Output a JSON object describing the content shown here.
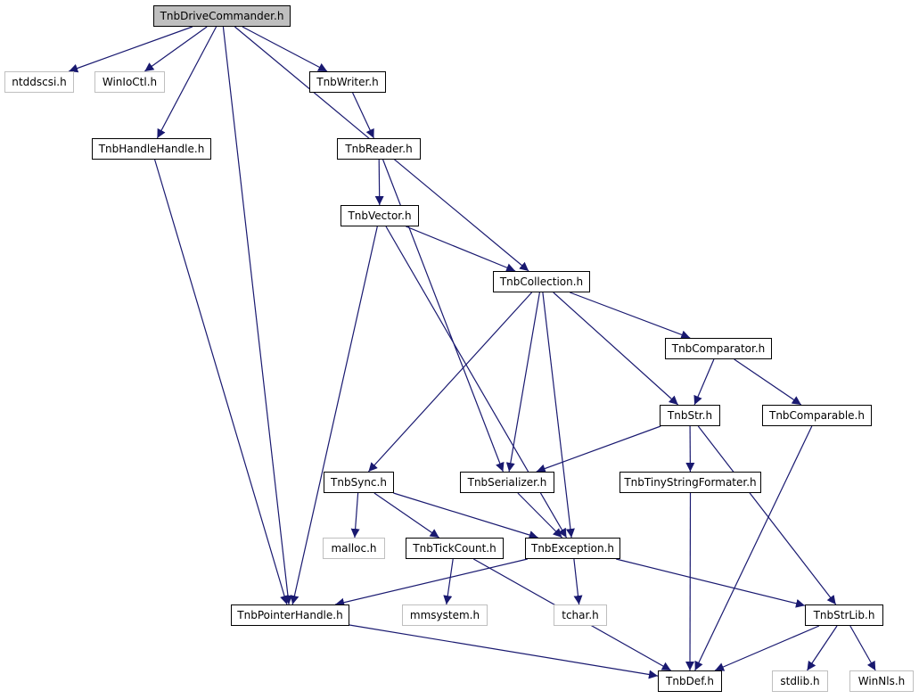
{
  "diagram": {
    "colors": {
      "edge": "#191970",
      "node_border": "#000000",
      "external_border": "#bfbfbf",
      "root_fill": "#bfbfbf",
      "text": "#000000"
    },
    "nodes": {
      "root": "TnbDriveCommander.h",
      "ntddscsi": "ntddscsi.h",
      "winioctl": "WinIoCtl.h",
      "writer": "TnbWriter.h",
      "handlehandle": "TnbHandleHandle.h",
      "reader": "TnbReader.h",
      "vector": "TnbVector.h",
      "collection": "TnbCollection.h",
      "comparator": "TnbComparator.h",
      "str": "TnbStr.h",
      "comparable": "TnbComparable.h",
      "sync": "TnbSync.h",
      "serializer": "TnbSerializer.h",
      "tinystring": "TnbTinyStringFormater.h",
      "malloc": "malloc.h",
      "tickcount": "TnbTickCount.h",
      "exception": "TnbException.h",
      "pointerhandle": "TnbPointerHandle.h",
      "mmsystem": "mmsystem.h",
      "tchar": "tchar.h",
      "strlib": "TnbStrLib.h",
      "def": "TnbDef.h",
      "stdlib": "stdlib.h",
      "winnls": "WinNls.h"
    },
    "edges": [
      [
        "root",
        "ntddscsi"
      ],
      [
        "root",
        "winioctl"
      ],
      [
        "root",
        "writer"
      ],
      [
        "root",
        "handlehandle"
      ],
      [
        "root",
        "pointerhandle"
      ],
      [
        "root",
        "collection"
      ],
      [
        "writer",
        "reader"
      ],
      [
        "reader",
        "vector"
      ],
      [
        "reader",
        "serializer"
      ],
      [
        "vector",
        "collection"
      ],
      [
        "vector",
        "pointerhandle"
      ],
      [
        "vector",
        "exception"
      ],
      [
        "handlehandle",
        "pointerhandle"
      ],
      [
        "collection",
        "comparator"
      ],
      [
        "collection",
        "str"
      ],
      [
        "collection",
        "sync"
      ],
      [
        "collection",
        "serializer"
      ],
      [
        "collection",
        "exception"
      ],
      [
        "comparator",
        "str"
      ],
      [
        "comparator",
        "comparable"
      ],
      [
        "str",
        "serializer"
      ],
      [
        "str",
        "tinystring"
      ],
      [
        "str",
        "strlib"
      ],
      [
        "comparable",
        "def"
      ],
      [
        "sync",
        "malloc"
      ],
      [
        "sync",
        "tickcount"
      ],
      [
        "sync",
        "exception"
      ],
      [
        "serializer",
        "exception"
      ],
      [
        "tinystring",
        "def"
      ],
      [
        "tickcount",
        "mmsystem"
      ],
      [
        "tickcount",
        "def"
      ],
      [
        "exception",
        "pointerhandle"
      ],
      [
        "exception",
        "tchar"
      ],
      [
        "exception",
        "strlib"
      ],
      [
        "pointerhandle",
        "def"
      ],
      [
        "strlib",
        "def"
      ],
      [
        "strlib",
        "stdlib"
      ],
      [
        "strlib",
        "winnls"
      ]
    ]
  }
}
